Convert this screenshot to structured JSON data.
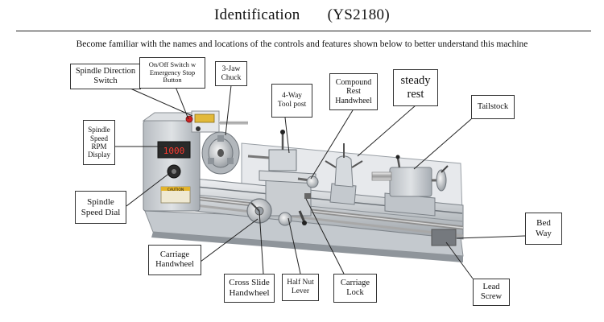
{
  "title": "Identification",
  "model": "(YS2180)",
  "intro": "Become familiar with the names and locations of the controls and features shown below to better understand this machine",
  "labels": {
    "spindle_direction_switch": [
      "Spindle Direction",
      "Switch"
    ],
    "on_off_switch": [
      "On/Off Switch w",
      "Emergency Stop",
      "Button"
    ],
    "three_jaw_chuck": [
      "3-Jaw",
      "Chuck"
    ],
    "four_way_tool_post": [
      "4-Way",
      "Tool post"
    ],
    "compound_rest_handwheel": [
      "Compound",
      "Rest",
      "Handwheel"
    ],
    "steady_rest": [
      "steady",
      "rest"
    ],
    "tailstock": [
      "Tailstock"
    ],
    "spindle_speed_rpm_display": [
      "Spindle",
      "Speed",
      "RPM",
      "Display"
    ],
    "spindle_speed_dial": [
      "Spindle",
      "Speed Dial"
    ],
    "bed_way": [
      "Bed",
      "Way"
    ],
    "carriage_handwheel": [
      "Carriage",
      "Handwheel"
    ],
    "cross_slide_handwheel": [
      "Cross Slide",
      "Handwheel"
    ],
    "half_nut_lever": [
      "Half Nut",
      "Lever"
    ],
    "carriage_lock": [
      "Carriage",
      "Lock"
    ],
    "lead_screw": [
      "Lead",
      "Screw"
    ]
  },
  "machine": {
    "rpm_readout": "1000",
    "caution_plate": "CAUTION"
  }
}
